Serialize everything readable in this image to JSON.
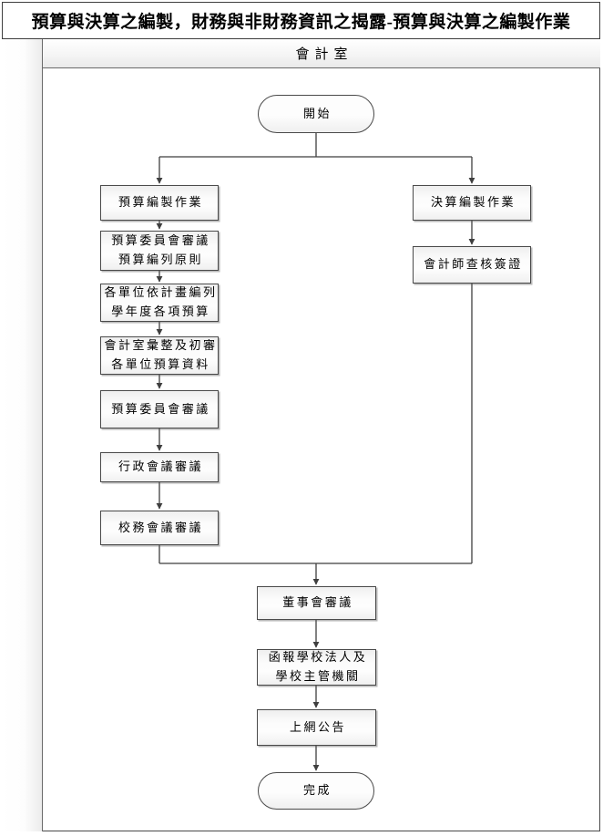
{
  "title": "預算與決算之編製，財務與非財務資訊之揭露-預算與決算之編製作業",
  "lane": {
    "header": "會計室"
  },
  "flow": {
    "start": "開始",
    "end": "完成",
    "left_branch": [
      "預算編製作業",
      "預算委員會審議\n預算編列原則",
      "各單位依計畫編列\n學年度各項預算",
      "會計室彙整及初審\n各單位預算資料",
      "預算委員會審議",
      "行政會議審議",
      "校務會議審議"
    ],
    "right_branch": [
      "決算編製作業",
      "會計師查核簽證"
    ],
    "merged_branch": [
      "董事會審議",
      "函報學校法人及\n學校主管機關",
      "上網公告"
    ],
    "line_color": "#3f3f3f"
  }
}
